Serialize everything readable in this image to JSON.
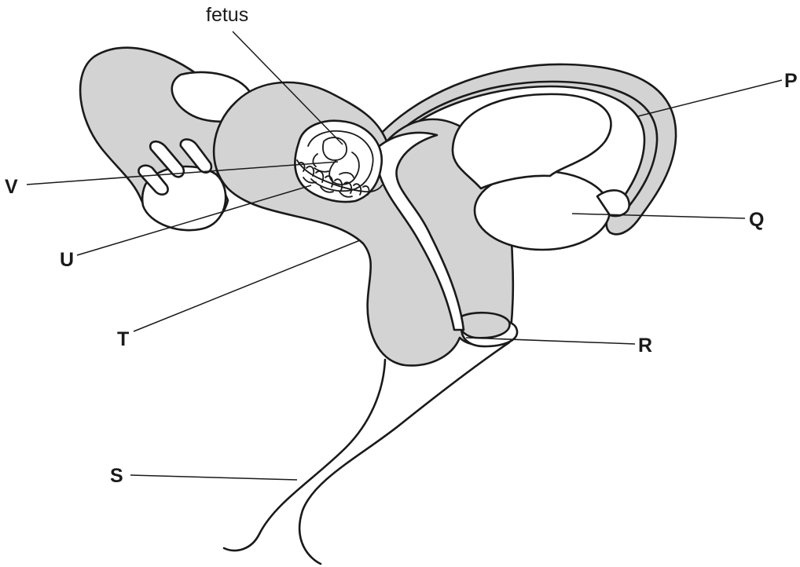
{
  "labels": {
    "fetus": "fetus",
    "P": "P",
    "Q": "Q",
    "R": "R",
    "S": "S",
    "T": "T",
    "U": "U",
    "V": "V"
  },
  "colors": {
    "tissue": "#d3d3d3",
    "outline": "#1a1a1a",
    "background": "#ffffff"
  }
}
